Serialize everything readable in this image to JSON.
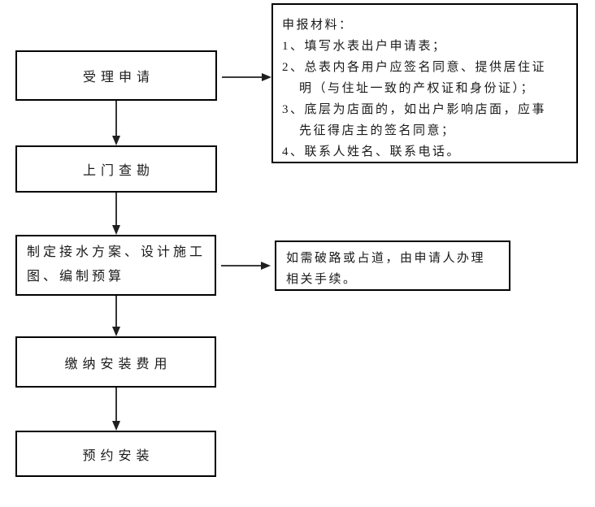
{
  "diagram": {
    "type": "flowchart",
    "language": "zh-CN",
    "topic": "水表出户/接水安装办理流程"
  },
  "colors": {
    "box_border": "#000000",
    "arrow": "#1f1f1f",
    "text": "#1a1a1a",
    "background": "#ffffff"
  },
  "flow": {
    "steps": [
      {
        "label": "受理申请"
      },
      {
        "label": "上门查勘"
      },
      {
        "label": "制定接水方案、设计施工图、编制预算",
        "lines": [
          "制定接水方案、设计施工",
          "图、编制预算"
        ]
      },
      {
        "label": "缴纳安装费用"
      },
      {
        "label": "预约安装"
      }
    ]
  },
  "annotations": {
    "materials": {
      "linked_step": "受理申请",
      "lines": [
        "申报材料：",
        "1、填写水表出户申请表；",
        "2、总表内各用户应签名同意、提供居住证",
        "明（与住址一致的产权证和身份证）；",
        "3、底层为店面的，如出户影响店面，应事",
        "先征得店主的签名同意；",
        "4、联系人姓名、联系电话。"
      ]
    },
    "road_note": {
      "linked_step": "制定接水方案、设计施工图、编制预算",
      "lines": [
        "如需破路或占道，由申请人办理",
        "相关手续。"
      ]
    }
  }
}
